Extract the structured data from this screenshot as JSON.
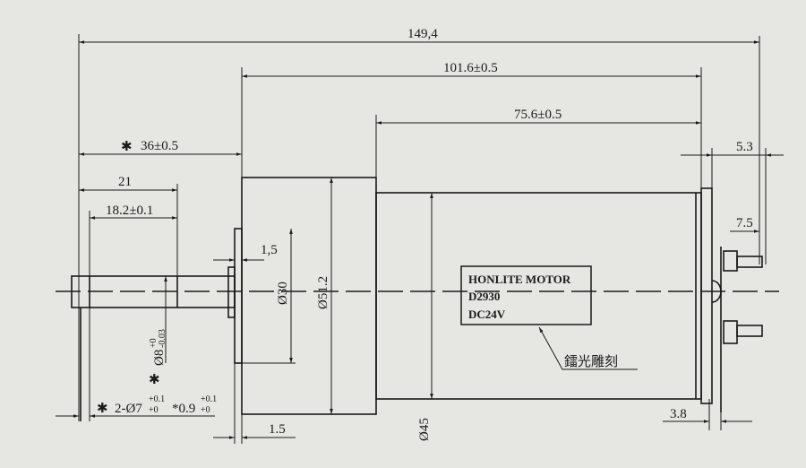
{
  "dimensions": {
    "overall_length": "149,4",
    "motor_gearbox_length": "101.6±0.5",
    "motor_length": "75.6±0.5",
    "shaft_length_star": "36±0.5",
    "shaft_21": "21",
    "flat_length": "18.2±0.1",
    "terminal_offset": "5.3",
    "terminal_length": "7.5",
    "flange_thickness_top": "1,5",
    "flange_thickness_bottom": "1.5",
    "endcap_thickness": "3.8",
    "pilot_diameter": "Ø30",
    "gearbox_diameter": "Ø51.2",
    "motor_diameter": "Ø45",
    "shaft_diameter": "Ø8",
    "shaft_tol_upper": "+0",
    "shaft_tol_lower": "-0.03",
    "holes_spec": "2-Ø7",
    "holes_tol_upper": "+0.1",
    "holes_tol_lower": "+0",
    "depth_spec": "*0.9",
    "depth_tol_upper": "+0.1",
    "depth_tol_lower": "+0",
    "star": "✱"
  },
  "label_box": {
    "brand": "HONLITE MOTOR",
    "model": "D2930",
    "voltage": "DC24V"
  },
  "annotation": "鐳光雕刻"
}
